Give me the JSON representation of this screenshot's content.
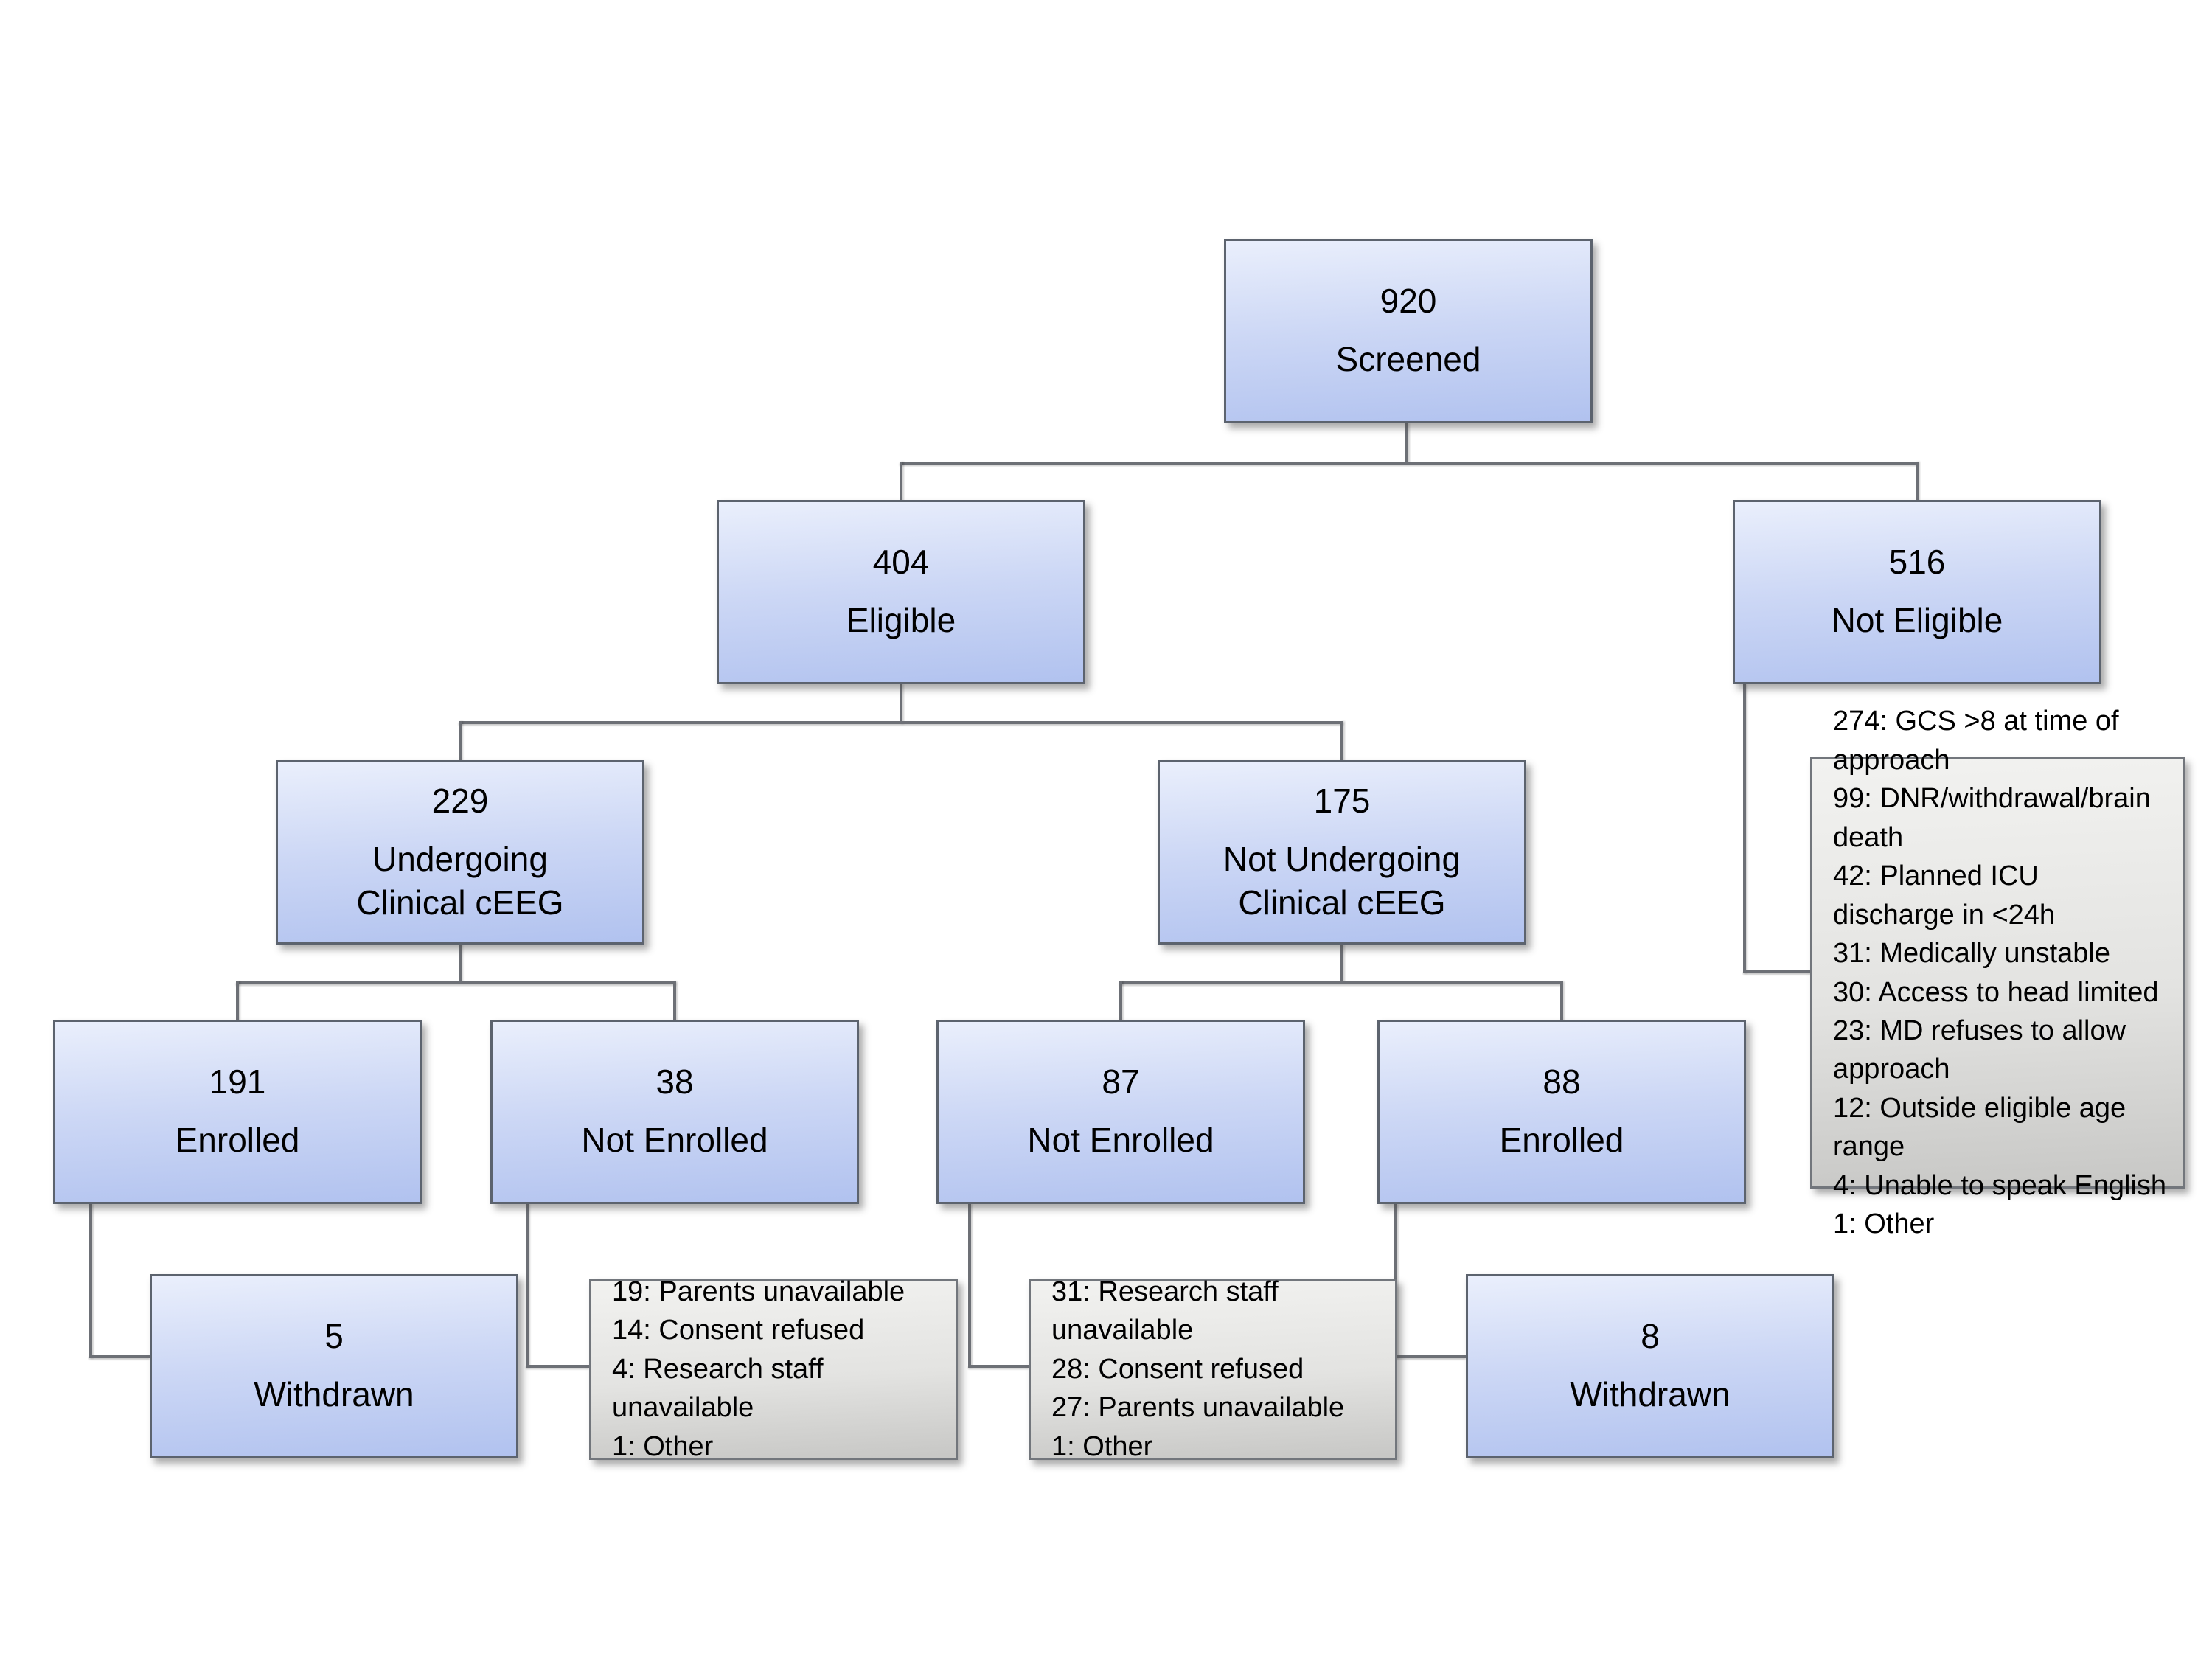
{
  "diagram_title": "Study screening and enrollment flowchart",
  "colors": {
    "node_fill_top": "#eaeffc",
    "node_fill_bottom": "#b1c2ef",
    "note_fill_top": "#f2f2f0",
    "note_fill_bottom": "#c7c7c5",
    "node_border": "#5c636e",
    "connector": "#6d7076",
    "background": "#ffffff",
    "text": "#000000"
  },
  "nodes": {
    "screened": {
      "count": "920",
      "label": "Screened"
    },
    "eligible": {
      "count": "404",
      "label": "Eligible"
    },
    "not_eligible": {
      "count": "516",
      "label": "Not Eligible"
    },
    "undergoing": {
      "count": "229",
      "label": [
        "Undergoing",
        "Clinical cEEG"
      ]
    },
    "not_undergoing": {
      "count": "175",
      "label": [
        "Not Undergoing",
        "Clinical cEEG"
      ]
    },
    "enrolled_ceeg": {
      "count": "191",
      "label": "Enrolled"
    },
    "not_enrolled_ceeg": {
      "count": "38",
      "label": "Not Enrolled"
    },
    "not_enrolled_no_ceeg": {
      "count": "87",
      "label": "Not Enrolled"
    },
    "enrolled_no_ceeg": {
      "count": "88",
      "label": "Enrolled"
    },
    "withdrawn_ceeg": {
      "count": "5",
      "label": "Withdrawn"
    },
    "withdrawn_no_ceeg": {
      "count": "8",
      "label": "Withdrawn"
    }
  },
  "notes": {
    "not_eligible_reasons": [
      "274: GCS >8 at time of approach",
      "99: DNR/withdrawal/brain death",
      "42: Planned ICU discharge in <24h",
      "31: Medically unstable",
      "30: Access to head limited",
      "23: MD refuses to allow approach",
      "12: Outside eligible age range",
      "4: Unable to speak English",
      "1: Other"
    ],
    "not_enrolled_ceeg_reasons": [
      "19: Parents unavailable",
      "14: Consent refused",
      "4: Research staff unavailable",
      "1: Other"
    ],
    "not_enrolled_no_ceeg_reasons": [
      "31: Research staff unavailable",
      "28: Consent refused",
      "27: Parents unavailable",
      "1: Other"
    ]
  }
}
